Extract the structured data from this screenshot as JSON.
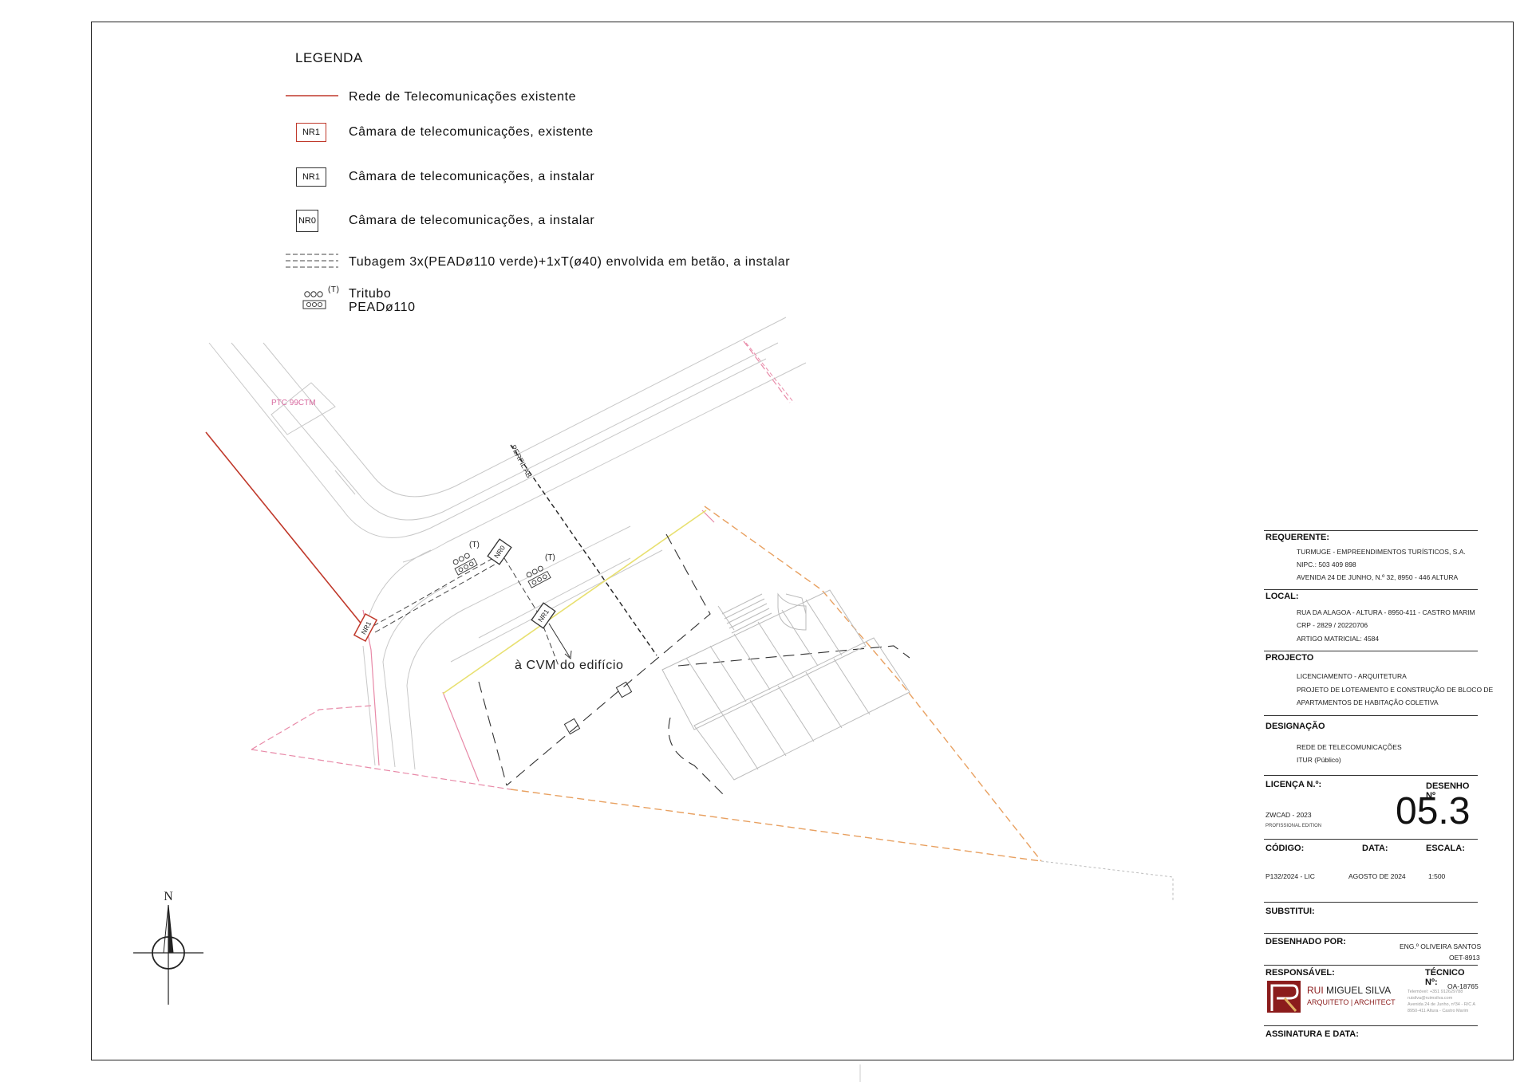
{
  "legend": {
    "title": "LEGENDA",
    "items": [
      {
        "symbol": "red-line",
        "label": "Rede de Telecomunicações existente"
      },
      {
        "symbol": "box-red",
        "box_text": "NR1",
        "label": "Câmara de telecomunicações, existente"
      },
      {
        "symbol": "box",
        "box_text": "NR1",
        "label": "Câmara de telecomunicações, a instalar"
      },
      {
        "symbol": "box",
        "box_text": "NR0",
        "label": "Câmara de telecomunicações, a instalar"
      },
      {
        "symbol": "dashed-lines",
        "label": "Tubagem 3x(PEADø110 verde)+1xT(ø40) envolvida em betão, a instalar"
      },
      {
        "symbol": "tritubo",
        "label": "Tritubo",
        "label2": "PEADø110",
        "tag": "(T)"
      }
    ]
  },
  "drawing": {
    "ptc_label": "PTC 99CTM",
    "perfil_label": "PERFIL AB",
    "chamber_nr1_existing": "NR1",
    "chamber_nr0": "NR0",
    "chamber_nr1_new": "NR1",
    "tritubo_tag": "(T)",
    "cvm_label": "à CVM do edifício",
    "north_label": "N"
  },
  "title_block": {
    "requerente_h": "REQUERENTE:",
    "requerente": [
      "TURMUGE - EMPREENDIMENTOS TURÍSTICOS, S.A.",
      "NIPC.: 503 409 898",
      "AVENIDA 24 DE JUNHO, N.º 32, 8950 - 446 ALTURA"
    ],
    "local_h": "LOCAL:",
    "local": [
      "RUA DA ALAGOA - ALTURA - 8950-411 - CASTRO MARIM",
      "CRP - 2829 / 20220706",
      "ARTIGO MATRICIAL: 4584"
    ],
    "projecto_h": "PROJECTO",
    "projecto": [
      "LICENCIAMENTO - ARQUITETURA",
      "PROJETO DE LOTEAMENTO E CONSTRUÇÃO DE BLOCO DE",
      "APARTAMENTOS DE HABITAÇÃO COLETIVA"
    ],
    "designacao_h": "DESIGNAÇÃO",
    "designacao": [
      "REDE DE TELECOMUNICAÇÕES",
      "ITUR (Público)"
    ],
    "licenca_h": "LICENÇA N.º:",
    "licenca": "ZWCAD - 2023",
    "licenca_sub": "PROFISSIONAL EDITION",
    "desenho_h": "DESENHO Nº",
    "desenho_no": "05.3",
    "codigo_h": "CÓDIGO:",
    "codigo": "P132/2024 - LIC",
    "data_h": "DATA:",
    "data": "AGOSTO DE 2024",
    "escala_h": "ESCALA:",
    "escala": "1:500",
    "substitui_h": "SUBSTITUI:",
    "desenhado_h": "DESENHADO POR:",
    "desenhado": [
      "ENG.º OLIVEIRA SANTOS",
      "OET-8913"
    ],
    "responsavel_h": "RESPONSÁVEL:",
    "tecnico_h": "TÉCNICO Nº:",
    "tecnico": "OA-18765",
    "firm_name_1": "RUI",
    "firm_name_2": "MIGUEL SILVA",
    "firm_sub": "ARQUITETO | ARCHITECT",
    "firm_addr": [
      "Telemóvel: +351 912629788",
      "ruisilva@ruimsilva.com",
      "Avenida 24 de Junho, nº34 - R/C A",
      "8950-411 Altura - Castro Marim"
    ],
    "assinatura_h": "ASSINATURA E DATA:"
  },
  "colors": {
    "existing_network": "#c0392b",
    "property_line": "#e88aa8",
    "boundary_orange": "#e8a060",
    "yellow_line": "#e8e070",
    "ptc_text": "#d86aa0",
    "logo": "#8b1c1c"
  }
}
